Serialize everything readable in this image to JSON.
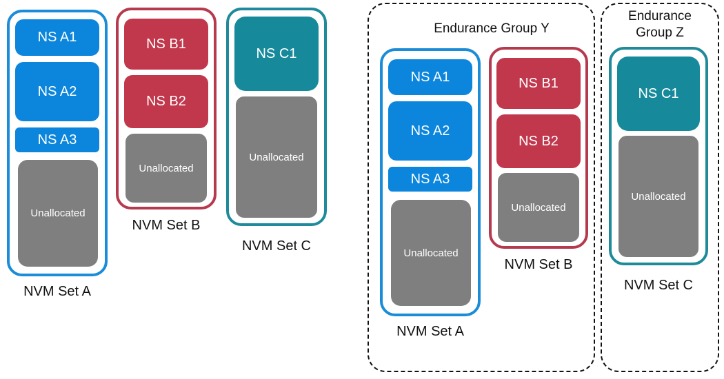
{
  "left": {
    "set_a": {
      "ns": [
        "NS A1",
        "NS A2",
        "NS A3"
      ],
      "unallocated": "Unallocated",
      "label": "NVM Set A"
    },
    "set_b": {
      "ns": [
        "NS B1",
        "NS B2"
      ],
      "unallocated": "Unallocated",
      "label": "NVM Set B"
    },
    "set_c": {
      "ns": [
        "NS C1"
      ],
      "unallocated": "Unallocated",
      "label": "NVM Set C"
    }
  },
  "right": {
    "group_y": {
      "label": "Endurance Group Y"
    },
    "group_z": {
      "label_line1": "Endurance",
      "label_line2": "Group Z"
    },
    "set_a": {
      "ns": [
        "NS A1",
        "NS A2",
        "NS A3"
      ],
      "unallocated": "Unallocated",
      "label": "NVM Set A"
    },
    "set_b": {
      "ns": [
        "NS B1",
        "NS B2"
      ],
      "unallocated": "Unallocated",
      "label": "NVM Set B"
    },
    "set_c": {
      "ns": [
        "NS C1"
      ],
      "unallocated": "Unallocated",
      "label": "NVM Set C"
    }
  },
  "colors": {
    "set_a": "#0b86dc",
    "set_b": "#c1384d",
    "set_c": "#168a9b",
    "unallocated": "#7f7f7f"
  }
}
